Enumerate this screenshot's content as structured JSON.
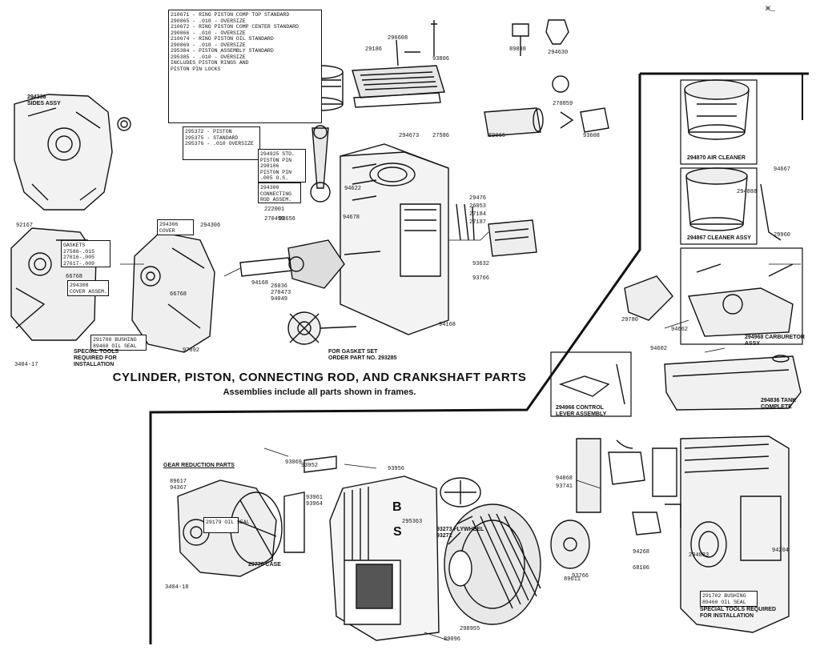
{
  "title": {
    "main": "CYLINDER, PISTON, CONNECTING ROD, AND CRANKSHAFT PARTS",
    "sub": "Assemblies include all parts shown in frames."
  },
  "notes": {
    "gasket_set": "FOR GASKET SET\nORDER PART NO. 293285",
    "special_tools_left": "SPECIAL TOOLS\nREQUIRED FOR\nINSTALLATION",
    "special_tools_right": "SPECIAL TOOLS REQUIRED\nFOR INSTALLATION",
    "gear_reduction": "GEAR REDUCTION PARTS"
  },
  "frames": {
    "piston_rings": "210671 - RING PISTON COMP TOP STANDARD\n290865 - .010 - OVERSIZE\n210672 - RING PISTON COMP CENTER STANDARD\n290866 - .010 - OVERSIZE\n210674 - RING PISTON OIL STANDARD\n290869 - .010 - OVERSIZE\n295384 - PISTON ASSEMBLY STANDARD\n295385 - .010 - OVERSIZE\nINCLUDES PISTON RINGS AND\nPISTON PIN LOCKS",
    "piston_std": "295372 - PISTON\n295375 - STANDARD\n295376 - .010 OVERSIZE",
    "piston_pin": "294925 STD.\nPISTON PIN\n298186\nPISTON PIN\n.005 O.S.",
    "connecting_rod": "294300\nCONNECTING\nROD ASSEM.",
    "gaskets": "GASKETS\n27586-.015\n27616-.005\n27617-.009",
    "cover_assem": "294308\nCOVER ASSEM.",
    "oil_seal_cover": "294306\nCOVER",
    "bushing_left": "291708 BUSHING\n89460 OIL SEAL",
    "sides_assy": "294336\nSIDES ASSY",
    "air_cleaner": "294870 AIR CLEANER",
    "air_cleaner_2": "294867 CLEANER ASSY",
    "carburetor": "294968 CARBURETOR\nASSY",
    "fuel_tank": "294836 TANK\nCOMPLETE",
    "control_lever": "294966 CONTROL\nLEVER ASSEMBLY",
    "gear_oil_seal": "29179 OIL SEAL",
    "bushing_right": "291702 BUSHING\n89460 OIL SEAL",
    "cover_gear": "29770 CASE",
    "flywheel": "93273 FLYWHEEL\n93272"
  },
  "part_numbers": {
    "p1": "294630",
    "p2": "89838",
    "p3": "93806",
    "p4": "296608",
    "p5": "29186",
    "p6": "270859",
    "p7": "89066",
    "p8": "93608",
    "p9": "294673",
    "p10": "27586",
    "p11": "29476",
    "p12": "26053",
    "p13": "27184",
    "p14": "27187",
    "p15": "93632",
    "p16": "93766",
    "p17": "94678",
    "p18": "94622",
    "p19": "93656",
    "p20": "222001",
    "p21": "270499",
    "p22": "94168",
    "p23": "94168",
    "p24": "26036",
    "p25": "270473",
    "p26": "94049",
    "p27": "93952",
    "p28": "93961",
    "p29": "93964",
    "p30": "294883",
    "p31": "89096",
    "p32": "93956",
    "p33": "93069",
    "p34": "94868",
    "p35": "93741",
    "p36": "295363",
    "p37": "93766",
    "p38": "298955",
    "p39": "89611",
    "p40": "94268",
    "p41": "94204",
    "p42": "68106",
    "p43": "92167",
    "p44": "66768",
    "p45": "66768",
    "p46": "97092",
    "p47": "294306",
    "p48": "89617",
    "p49": "94367",
    "p50": "3404-18",
    "p51": "3404-17",
    "p52": "94602",
    "p53": "29780",
    "p54": "94662",
    "p55": "294888",
    "p56": "94667",
    "p57": "29960"
  },
  "bs_logo": {
    "b": "B",
    "s": "S"
  },
  "corner_mark": "ж_"
}
